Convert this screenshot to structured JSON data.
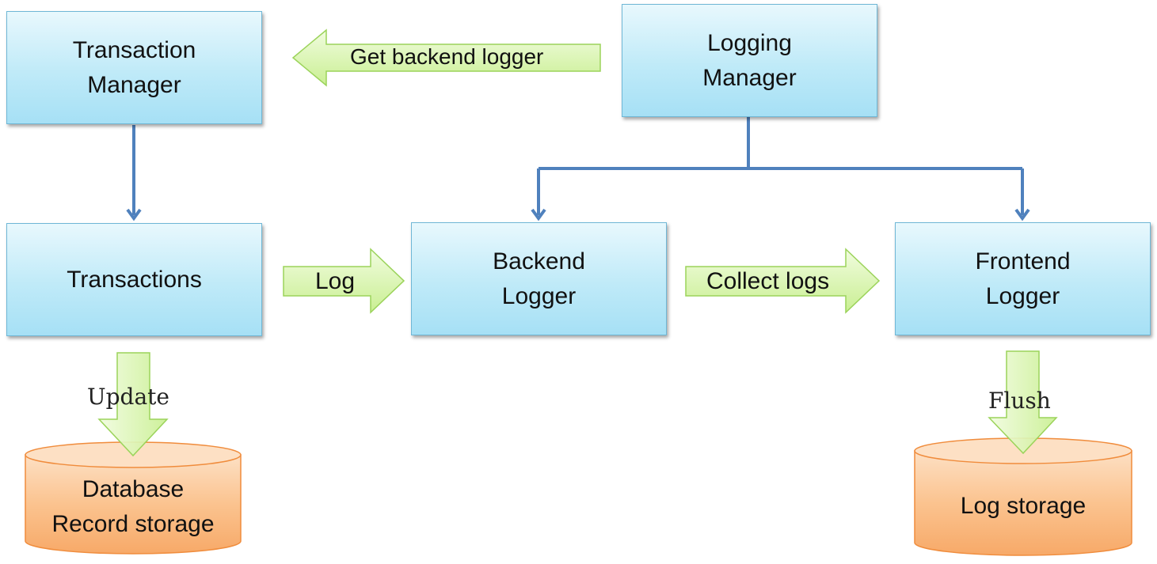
{
  "nodes": {
    "transaction_manager": {
      "line1": "Transaction",
      "line2": "Manager"
    },
    "logging_manager": {
      "line1": "Logging",
      "line2": "Manager"
    },
    "transactions": {
      "line1": "Transactions"
    },
    "backend_logger": {
      "line1": "Backend",
      "line2": "Logger"
    },
    "frontend_logger": {
      "line1": "Frontend",
      "line2": "Logger"
    },
    "database": {
      "line1": "Database",
      "line2": "Record storage"
    },
    "log_storage": {
      "line1": "Log storage"
    }
  },
  "arrows": {
    "get_backend_logger": "Get backend logger",
    "log": "Log",
    "collect_logs": "Collect logs",
    "update": "Update",
    "flush": "Flush"
  },
  "colors": {
    "box_border": "#6fb7d6",
    "connector": "#4f81bd",
    "arrow_fill": "#d6f5a8",
    "arrow_stroke": "#9bd35a",
    "cylinder_fill": "#fbbf8a",
    "cylinder_stroke": "#f08c3c"
  }
}
